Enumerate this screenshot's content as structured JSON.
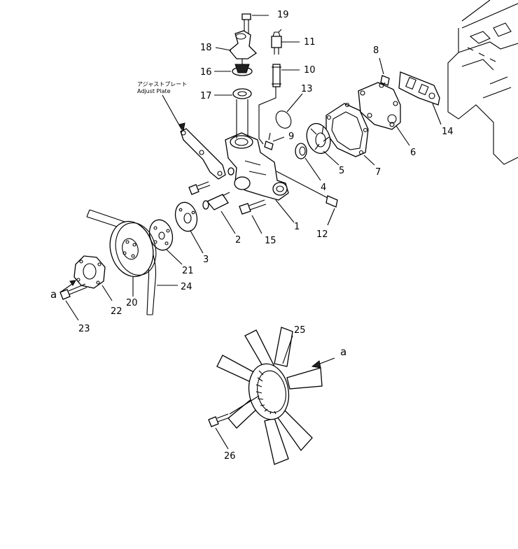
{
  "diagram": {
    "callouts": {
      "c1": "1",
      "c2": "2",
      "c3": "3",
      "c4": "4",
      "c5": "5",
      "c6": "6",
      "c7": "7",
      "c8": "8",
      "c9": "9",
      "c10": "10",
      "c11": "11",
      "c12": "12",
      "c13": "13",
      "c14": "14",
      "c15": "15",
      "c16": "16",
      "c17": "17",
      "c18": "18",
      "c19": "19",
      "c20": "20",
      "c21": "21",
      "c22": "22",
      "c23": "23",
      "c24": "24",
      "c25": "25",
      "c26": "26"
    },
    "adjust_plate_jp": "アジャストプレート",
    "adjust_plate_en": "Adjust Plate",
    "ref_a_left": "a",
    "ref_a_right": "a"
  }
}
